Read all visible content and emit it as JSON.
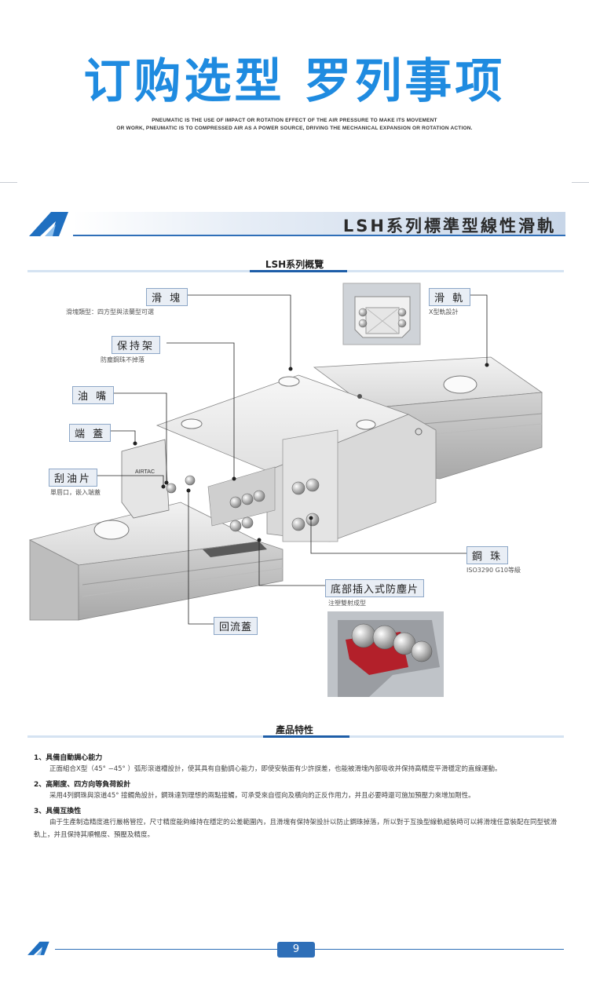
{
  "header": {
    "title": "订购选型  罗列事项",
    "subtitle_line1": "PNEUMATIC IS THE USE OF IMPACT OR ROTATION EFFECT OF THE AIR PRESSURE TO MAKE ITS MOVEMENT",
    "subtitle_line2": "OR WORK, PNEUMATIC IS TO COMPRESSED AIR AS A POWER SOURCE, DRIVING THE MECHANICAL EXPANSION OR ROTATION ACTION."
  },
  "banner": {
    "title": "LSH系列標準型線性滑軌"
  },
  "overview": {
    "heading": "LSH系列概覽",
    "callouts": {
      "block": {
        "label": "滑 塊",
        "note": "滑塊類型：四方型與法蘭型可選"
      },
      "rail": {
        "label": "滑 軌",
        "note": "X型軌設計"
      },
      "retainer": {
        "label": "保持架",
        "note": "防塵鋼珠不掉落"
      },
      "nozzle": {
        "label": "油 嘴"
      },
      "endcap": {
        "label": "端 蓋"
      },
      "scraper": {
        "label": "刮油片",
        "note": "單唇口，嵌入端蓋"
      },
      "ball": {
        "label": "鋼 珠",
        "note": "ISO3290 G10等級"
      },
      "bottom_seal": {
        "label": "底部插入式防塵片",
        "note": "注塑雙射成型"
      },
      "return_cap": {
        "label": "回流蓋"
      }
    },
    "brand_mark": "AIRTAC"
  },
  "features": {
    "heading": "產品特性",
    "items": [
      {
        "title": "1、具備自動調心能力",
        "text": "正面組合X型（45° −45° ）弧形滾道槽設計，使其具有自動調心能力，即使安裝面有少許誤差，也能被滑塊內部吸收并保持高精度平滑穩定的直線運動。"
      },
      {
        "title": "2、高剛度、四方向等負荷設計",
        "text": "采用4列鋼珠與滾道45° 接觸角設計，鋼珠達到理想的兩點接觸，可承受來自徑向及橫向的正反作用力，并且必要時還可施加預壓力來增加剛性。"
      },
      {
        "title": "3、具備互換性",
        "text": "由于生產制造精度進行嚴格管控，尺寸精度能夠維持在穩定的公差範圍內，且滑塊有保持架設計以防止鋼珠掉落，所以對于互換型線軌組裝時可以將滑塊任意裝配在同型號滑軌上，并且保持其順暢度、預壓及精度。"
      }
    ]
  },
  "footer": {
    "page_number": "9"
  },
  "colors": {
    "accent": "#1f8be0",
    "brand_blue": "#2f6fb8",
    "seal_red": "#b3202a"
  }
}
